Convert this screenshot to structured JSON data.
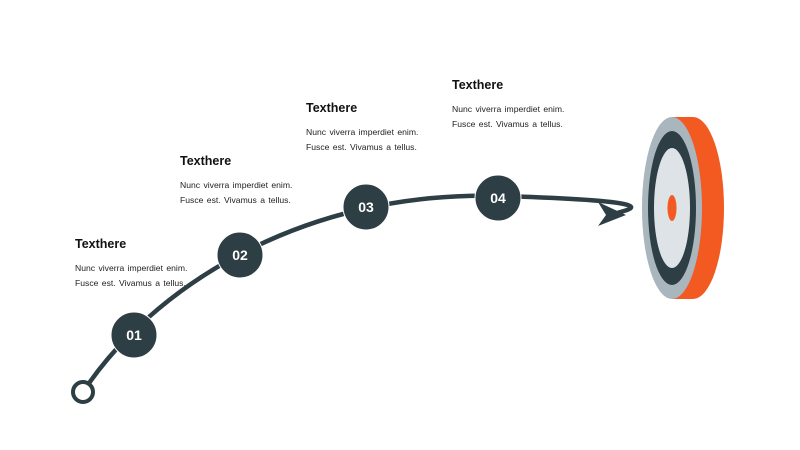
{
  "steps": [
    {
      "number": "01",
      "title": "Texthere",
      "line1": "Nunc  viverra  imperdiet enim.",
      "line2": "Fusce est. Vivamus  a tellus."
    },
    {
      "number": "02",
      "title": "Texthere",
      "line1": "Nunc  viverra  imperdiet enim.",
      "line2": "Fusce est. Vivamus  a tellus."
    },
    {
      "number": "03",
      "title": "Texthere",
      "line1": "Nunc  viverra  imperdiet enim.",
      "line2": "Fusce est. Vivamus  a tellus."
    },
    {
      "number": "04",
      "title": "Texthere",
      "line1": "Nunc  viverra  imperdiet enim.",
      "line2": "Fusce est. Vivamus  a tellus."
    }
  ],
  "colors": {
    "dark": "#2d3e45",
    "accent": "#f25a22",
    "ring_gray": "#a9b6bd",
    "center_light": "#dde3e6",
    "text": "#222222"
  },
  "icons": {
    "start": "hollow-circle-start-marker",
    "end": "arrowhead",
    "goal": "target-icon"
  }
}
